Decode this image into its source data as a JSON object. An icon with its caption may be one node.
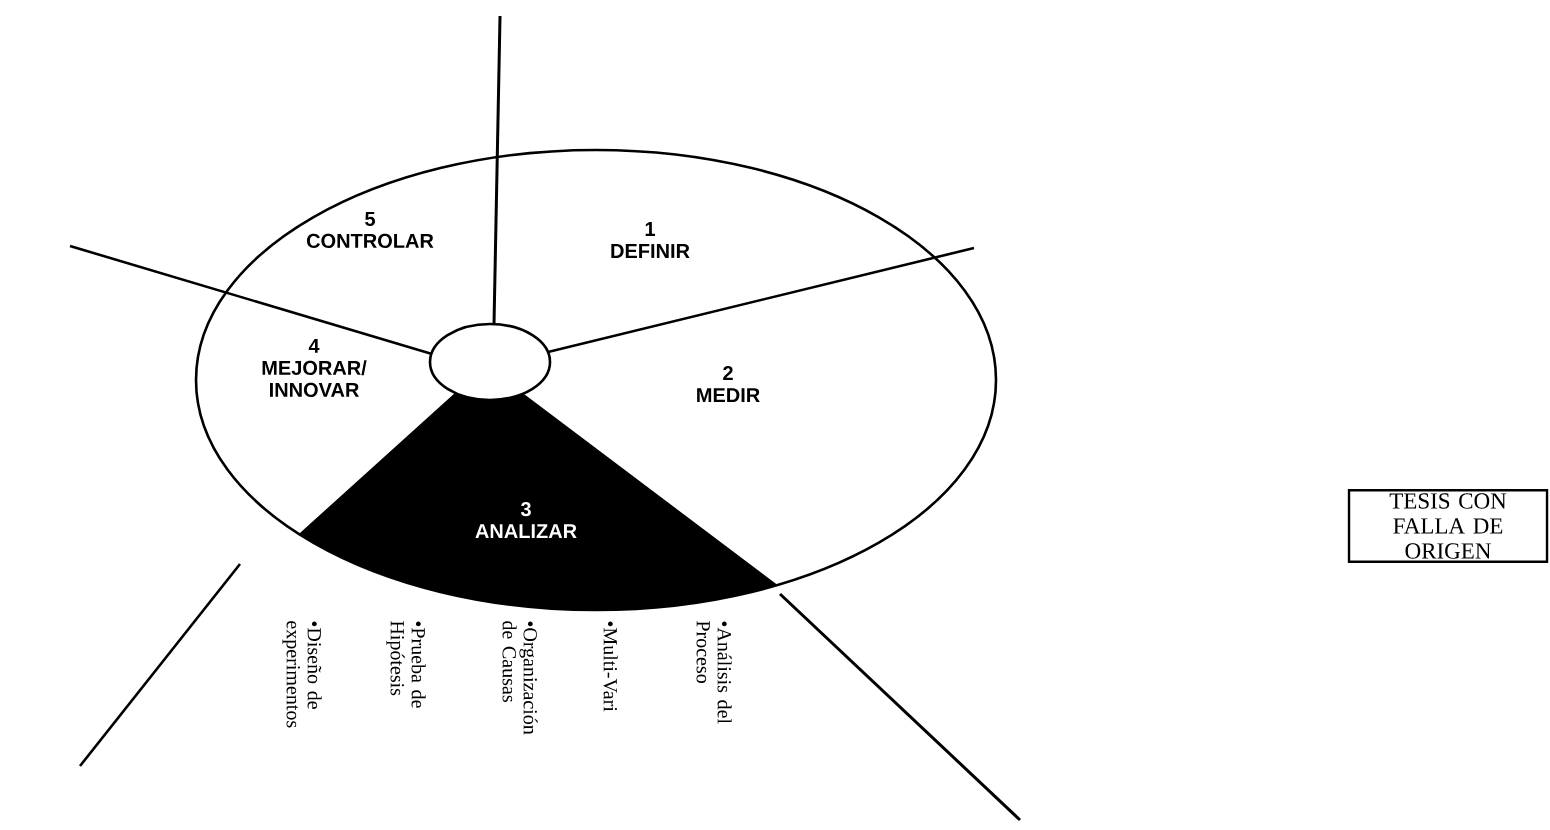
{
  "diagram": {
    "nodes": [
      {
        "text": [
          "5",
          "CONTROLAR"
        ]
      },
      {
        "text": [
          "1",
          "DEFINIR"
        ]
      },
      {
        "text": [
          "4",
          "MEJORAR/ INNOVAR"
        ]
      },
      {
        "text": [
          "2",
          "MEDIR"
        ]
      },
      {
        "text": [],
        "shape": "circle"
      },
      {
        "text": [
          "3",
          "ANALIZAR"
        ]
      },
      {
        "text": [
          "•Diseño de experimentos"
        ]
      },
      {
        "text": [
          "•Prueba de Hipótesis"
        ]
      },
      {
        "text": [
          "•Organización de Causas"
        ]
      },
      {
        "text": [
          "•Multi-Vari"
        ]
      },
      {
        "text": [
          "•Análisis del Proceso"
        ]
      },
      {
        "text": [
          "TESIS CON FALLA DE ORIGEN"
        ]
      }
    ]
  }
}
